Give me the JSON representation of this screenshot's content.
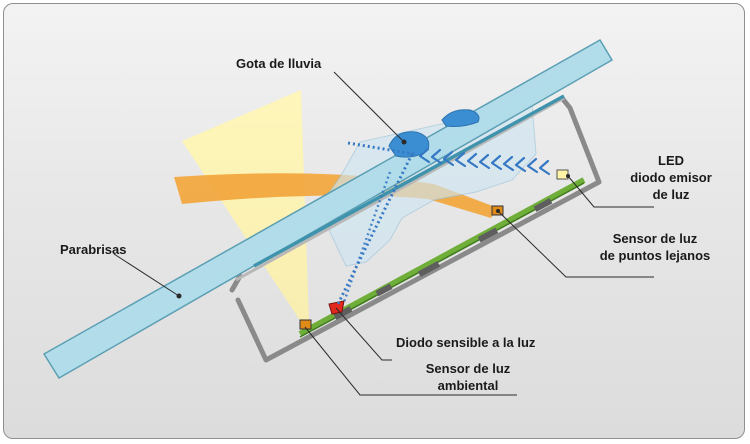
{
  "labels": {
    "raindrop": "Gota de lluvia",
    "led_line1": "LED",
    "led_line2": "diodo emisor",
    "led_line3": "de luz",
    "far_sensor_line1": "Sensor de luz",
    "far_sensor_line2": "de puntos lejanos",
    "windshield": "Parabrisas",
    "photodiode": "Diodo sensible a la luz",
    "ambient_line1": "Sensor de luz",
    "ambient_line2": "ambiental"
  },
  "colors": {
    "glass": "#a8d7e6",
    "glass_edge": "#5c9fb4",
    "ambient_beam": "#fff3a6",
    "far_beam": "#f2a63c",
    "led_arrows": "#3578c4",
    "circuit_board": "#6fae38",
    "housing": "#8a8a8a",
    "raindrop": "#3b8ed1"
  }
}
